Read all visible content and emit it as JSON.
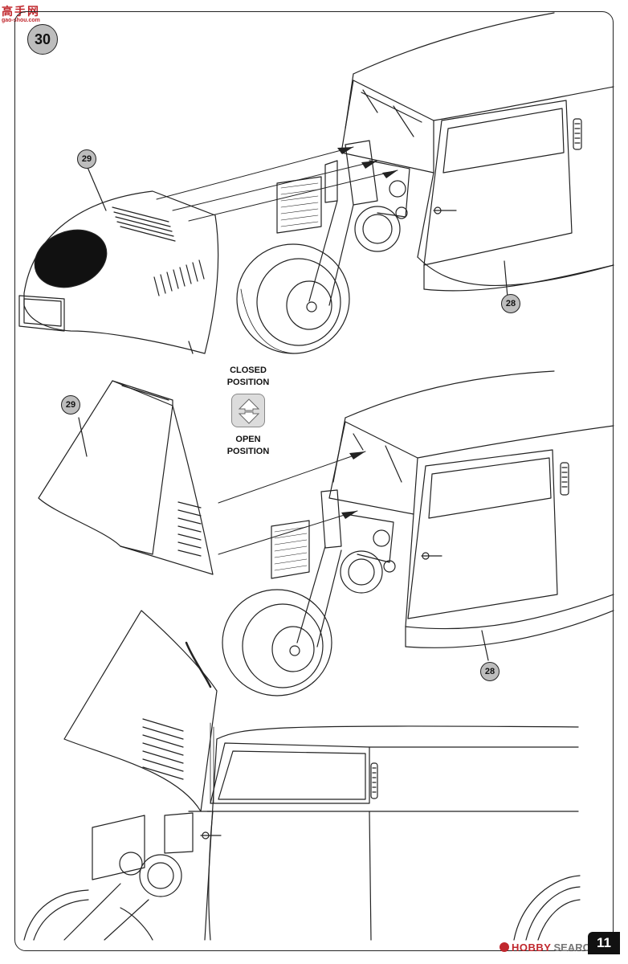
{
  "step": {
    "number": "30"
  },
  "callouts": {
    "top_hood": "29",
    "top_body": "28",
    "mid_hood": "29",
    "mid_body": "28"
  },
  "positions": {
    "closed": "CLOSED\nPOSITION",
    "open": "OPEN\nPOSITION"
  },
  "watermarks": {
    "top_chinese": "高手网",
    "top_url": "gao-shou.com",
    "bottom_brand": "HOBBY",
    "bottom_brand_2": "SEARCH"
  },
  "page": {
    "number": "11"
  },
  "colors": {
    "callout_fill": "#bdbdbd",
    "line": "#222222",
    "brand_red": "#c0272d"
  }
}
